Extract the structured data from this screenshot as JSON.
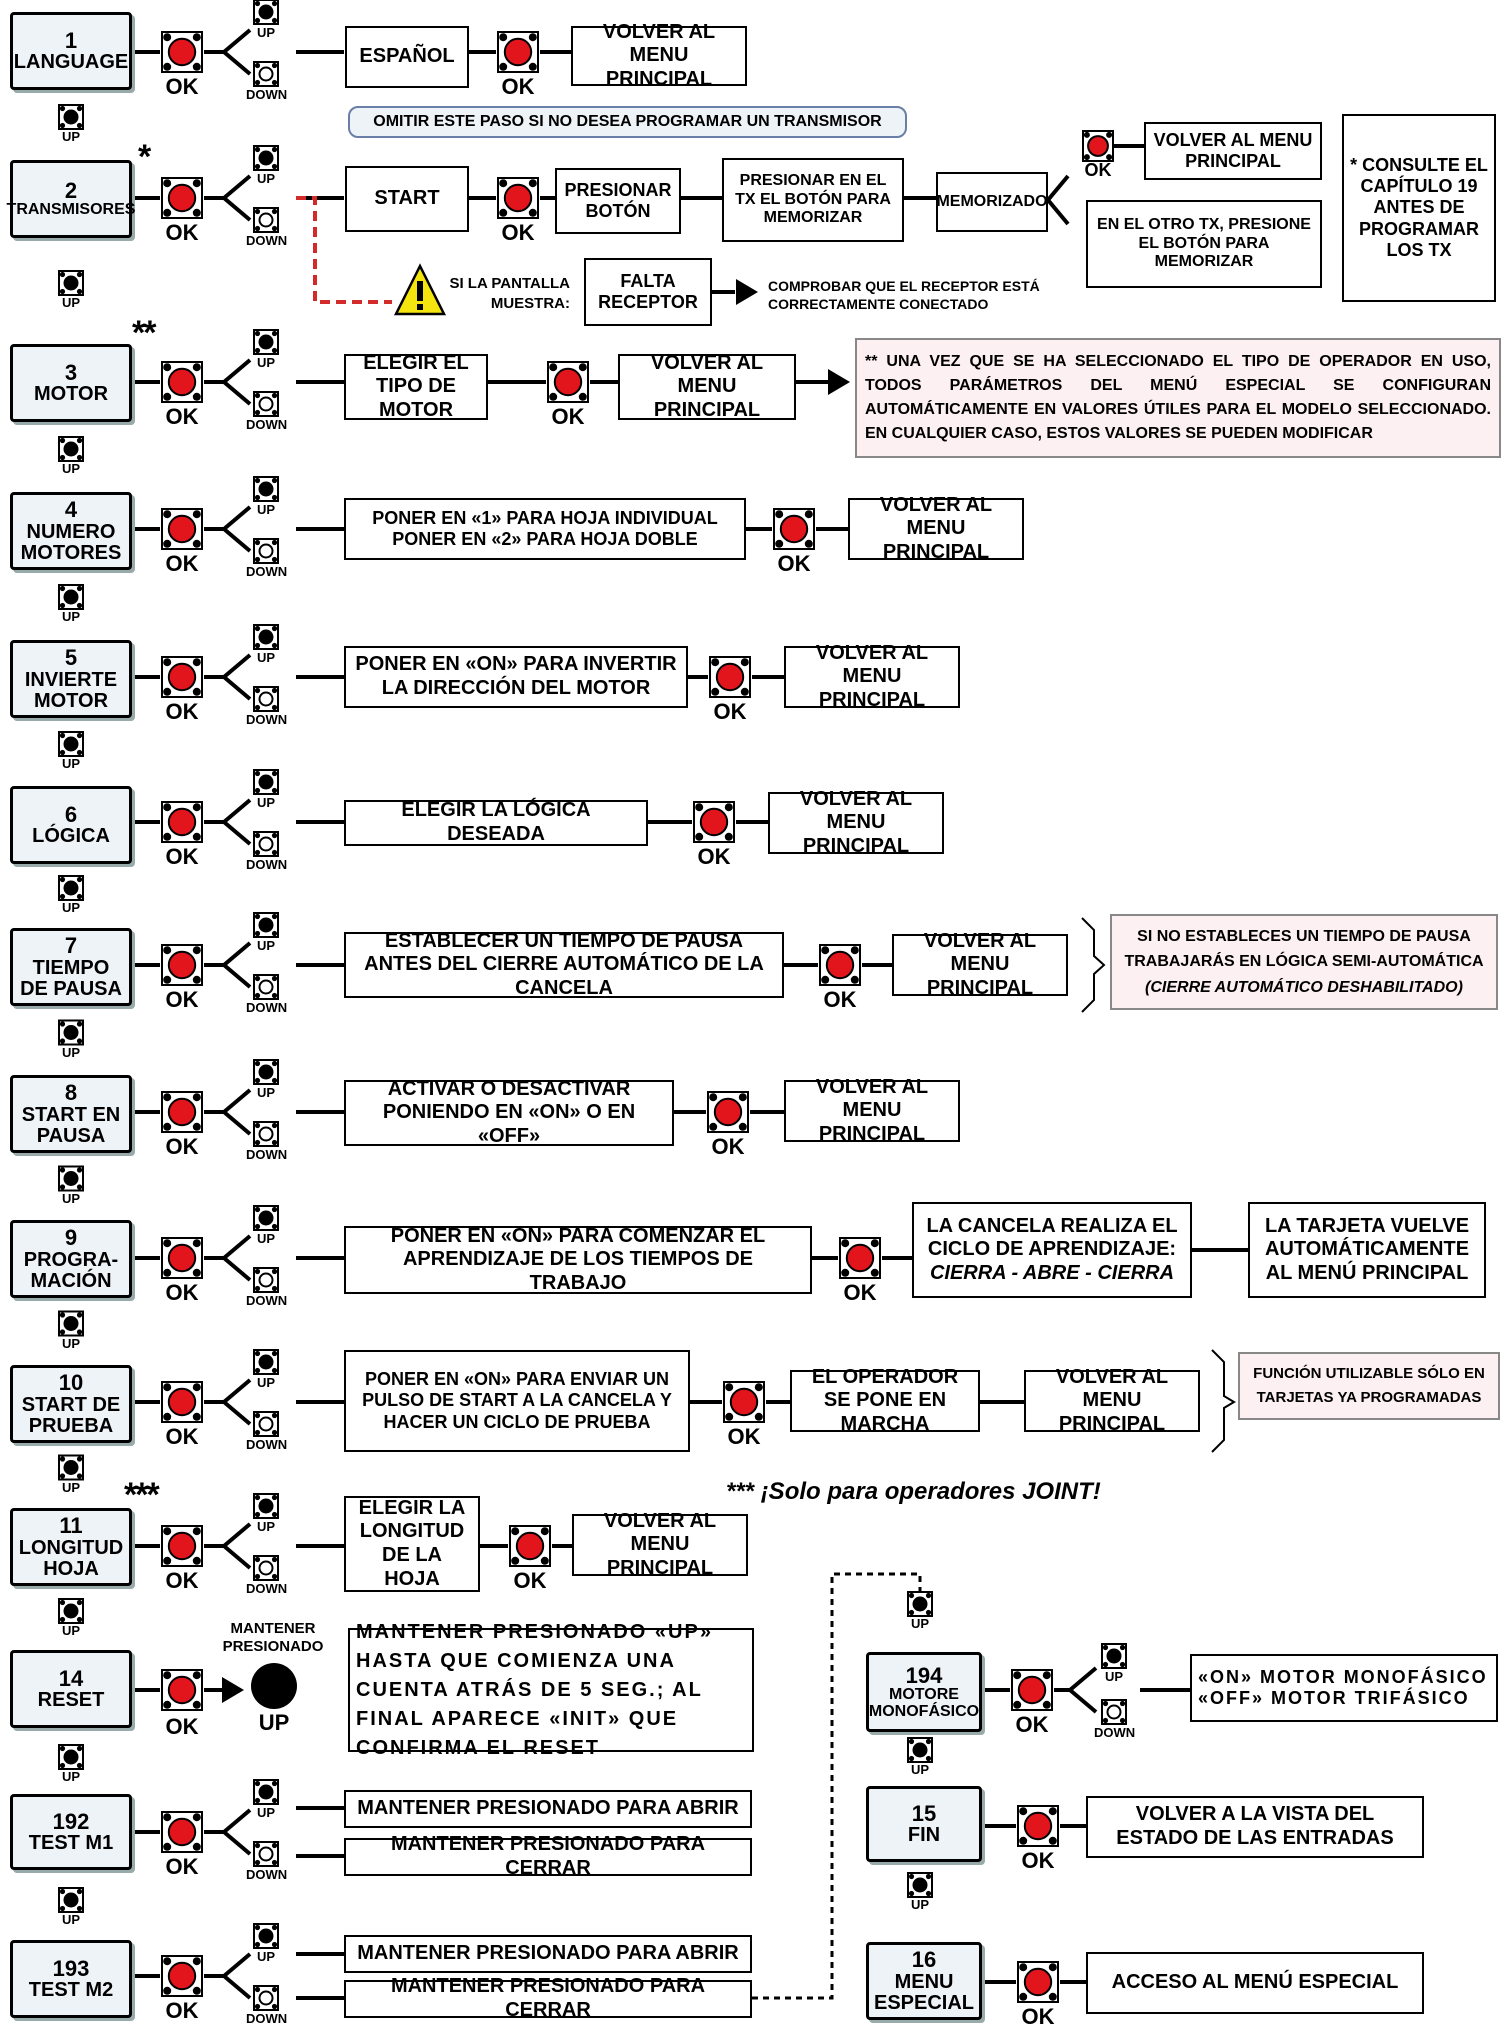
{
  "common": {
    "ok": "OK",
    "up": "UP",
    "down": "DOWN",
    "back": "VOLVER AL MENU PRINCIPAL"
  },
  "colors": {
    "button_red": "#e3151c",
    "warning_yellow": "#f5e50e",
    "dashed_red": "#d32a2a",
    "note_bg": "#fdf0f3",
    "step_bg": "#eef3f8"
  },
  "steps": {
    "s1": {
      "num": "1",
      "name": "LANGUAGE"
    },
    "s2": {
      "num": "2",
      "name": "TRANSMISORES"
    },
    "s3": {
      "num": "3",
      "name": "MOTOR"
    },
    "s4": {
      "num": "4",
      "name": "NUMERO MOTORES"
    },
    "s5": {
      "num": "5",
      "name": "INVIERTE MOTOR"
    },
    "s6": {
      "num": "6",
      "name": "LÓGICA"
    },
    "s7": {
      "num": "7",
      "name": "TIEMPO DE PAUSA"
    },
    "s8": {
      "num": "8",
      "name": "START EN PAUSA"
    },
    "s9": {
      "num": "9",
      "name": "PROGRA- MACIÓN"
    },
    "s10": {
      "num": "10",
      "name": "START DE PRUEBA"
    },
    "s11": {
      "num": "11",
      "name": "LONGITUD HOJA"
    },
    "s14": {
      "num": "14",
      "name": "RESET"
    },
    "s192": {
      "num": "192",
      "name": "TEST M1"
    },
    "s193": {
      "num": "193",
      "name": "TEST M2"
    },
    "s194": {
      "num": "194",
      "name": "MOTORE MONOFÁSICO"
    },
    "s15": {
      "num": "15",
      "name": "FIN"
    },
    "s16": {
      "num": "16",
      "name": "MENU ESPECIAL"
    }
  },
  "actions": {
    "espanol": "ESPAÑOL",
    "skip_tx": "OMITIR ESTE PASO SI NO DESEA PROGRAMAR UN TRANSMISOR",
    "start": "START",
    "presionar_boton": "PRESIONAR BOTÓN",
    "presionar_tx": "PRESIONAR EN EL TX EL BOTÓN PARA MEMORIZAR",
    "memorizado": "MEMORIZADO",
    "otro_tx": "EN EL OTRO TX, PRESIONE EL BOTÓN PARA MEMORIZAR",
    "consulte": "* CONSULTE EL CAPÍTULO 19 ANTES DE PROGRAMAR LOS TX",
    "si_pantalla": "SI LA PANTALLA MUESTRA:",
    "falta_receptor": "FALTA RECEPTOR",
    "comprobar": "COMPROBAR QUE EL RECEPTOR ESTÁ CORRECTAMENTE CONECTADO",
    "elegir_motor": "ELEGIR EL TIPO DE MOTOR",
    "motor_note": "** UNA VEZ QUE SE HA SELECCIONADO EL TIPO DE OPERADOR EN USO, TODOS PARÁMETROS DEL MENÚ ESPECIAL SE CONFIGURAN AUTOMÁTICAMENTE EN VALORES ÚTILES PARA EL MODELO SELECCIONADO. EN CUALQUIER CASO, ESTOS VALORES SE PUEDEN MODIFICAR",
    "hoja": "PONER EN «1» PARA HOJA INDIVIDUAL PONER EN «2» PARA HOJA DOBLE",
    "invertir": "PONER EN «ON» PARA INVERTIR LA DIRECCIÓN DEL MOTOR",
    "logica": "ELEGIR LA LÓGICA DESEADA",
    "pausa": "ESTABLECER UN TIEMPO DE PAUSA ANTES DEL CIERRE AUTOMÁTICO DE LA CANCELA",
    "pausa_note_1": "SI NO ESTABLECES UN TIEMPO DE PAUSA",
    "pausa_note_2": "TRABAJARÁS EN LÓGICA SEMI-AUTOMÁTICA",
    "pausa_note_3": "(CIERRE AUTOMÁTICO DESHABILITADO)",
    "start_pausa": "ACTIVAR O DESACTIVAR PONIENDO EN «ON» O EN «OFF»",
    "aprendizaje": "PONER EN «ON» PARA COMENZAR EL APRENDIZAJE DE LOS TIEMPOS DE TRABAJO",
    "ciclo_1": "LA CANCELA REALIZA EL",
    "ciclo_2": "CICLO DE APRENDIZAJE:",
    "ciclo_3": "CIERRA - ABRE - CIERRA",
    "tarjeta_vuelve": "LA TARJETA VUELVE AUTOMÁTICAMENTE AL MENÚ PRINCIPAL",
    "pulso": "PONER EN «ON» PARA ENVIAR UN PULSO DE START A LA CANCELA Y HACER UN CICLO DE PRUEBA",
    "operador_marcha": "EL OPERADOR SE PONE EN MARCHA",
    "funcion_note": "FUNCIÓN UTILIZABLE SÓLO EN TARJETAS YA PROGRAMADAS",
    "joint": "*** ¡Solo para operadores JOINT!",
    "longitud": "ELEGIR LA LONGITUD DE LA HOJA",
    "mantener_presionado": "MANTENER PRESIONADO",
    "reset_text": "MANTENER PRESIONADO «UP» HASTA QUE COMIENZA UNA CUENTA ATRÁS DE 5 SEG.; AL FINAL APARECE «INIT» QUE CONFIRMA EL RESET",
    "abrir": "MANTENER PRESIONADO PARA ABRIR",
    "cerrar": "MANTENER PRESIONADO PARA CERRAR",
    "monofasico": "«ON» MOTOR MONOFÁSICO «OFF» MOTOR TRIFÁSICO",
    "vista_entradas": "VOLVER A LA VISTA DEL ESTADO DE LAS ENTRADAS",
    "acceso_especial": "ACCESO AL MENÚ ESPECIAL"
  },
  "marks": {
    "one": "*",
    "two": "**",
    "three": "***"
  }
}
